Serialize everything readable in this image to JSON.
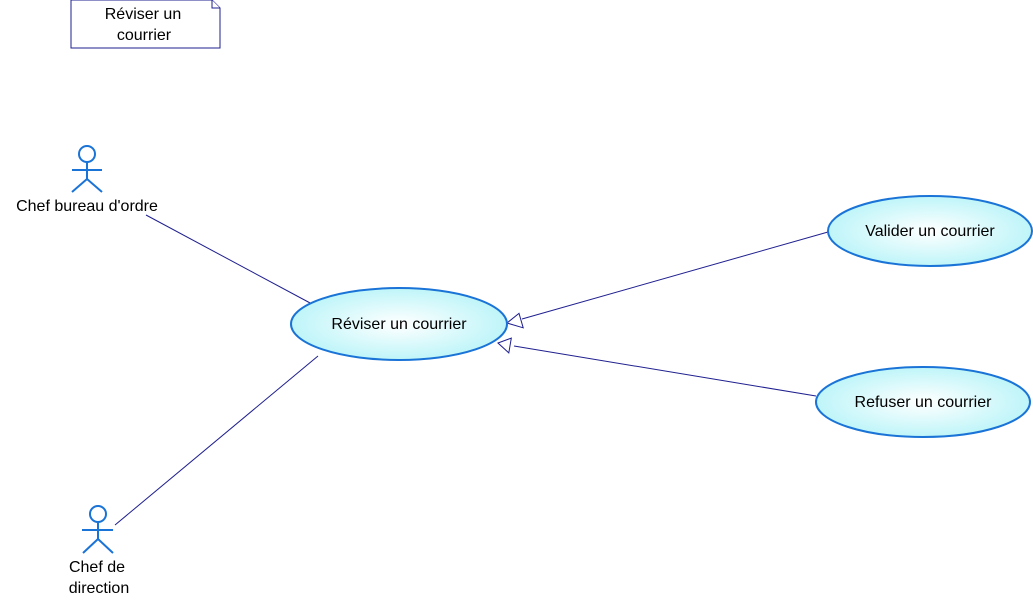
{
  "diagram": {
    "type": "uml-use-case",
    "note": {
      "lines": [
        "Réviser un",
        "courrier"
      ]
    },
    "actors": [
      {
        "id": "chef-bureau",
        "lines": [
          "Chef bureau d'ordre"
        ]
      },
      {
        "id": "chef-direction",
        "lines": [
          "Chef de",
          "direction"
        ]
      }
    ],
    "use_cases": [
      {
        "id": "reviser",
        "label": "Réviser un courrier"
      },
      {
        "id": "valider",
        "label": "Valider un courrier"
      },
      {
        "id": "refuser",
        "label": "Refuser un courrier"
      }
    ],
    "associations": [
      {
        "actor": "chef-bureau",
        "use_case": "reviser"
      },
      {
        "actor": "chef-direction",
        "use_case": "reviser"
      }
    ],
    "generalizations": [
      {
        "child": "valider",
        "parent": "reviser"
      },
      {
        "child": "refuser",
        "parent": "reviser"
      }
    ],
    "colors": {
      "line": "#1f1f8f",
      "actor": "#1a73d6",
      "use_case_stroke": "#1a73d6",
      "use_case_fill_center": "#ffffff",
      "use_case_fill_edge": "#b8f4f8",
      "note_stroke": "#1f1f8f",
      "text": "#000000"
    }
  }
}
